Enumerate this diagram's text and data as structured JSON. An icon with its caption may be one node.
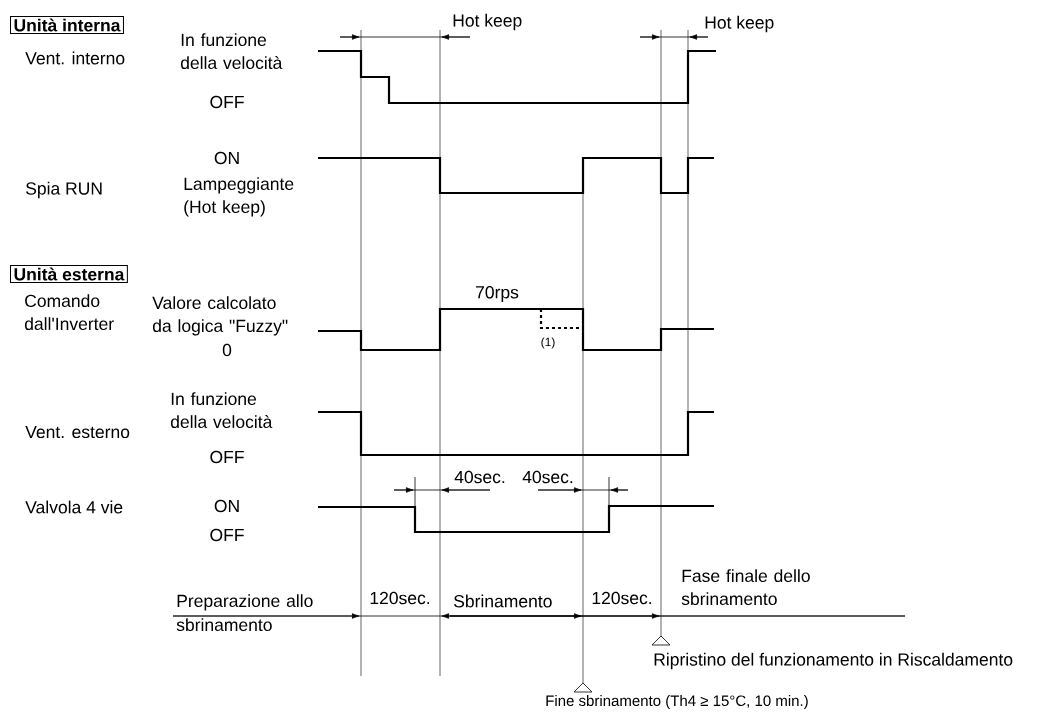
{
  "diagram": {
    "nodes": [
      {
        "text": [
          "Unità interna"
        ]
      },
      {
        "text": [
          "Unità esterna"
        ]
      }
    ],
    "labels": [
      "Hot keep",
      "Hot keep",
      "Vent. interno",
      "In funzione della velocità",
      "OFF",
      "ON",
      "Spia RUN",
      "Lampeggiante (Hot keep)",
      "70rps",
      "Comando dall'Inverter",
      "Valore calcolato da logica \"Fuzzy\"",
      "0",
      "(1)",
      "In funzione della velocità",
      "Vent. esterno",
      "OFF",
      "40sec.",
      "40sec.",
      "Valvola 4 vie",
      "ON",
      "OFF",
      "Fase finale dello sbrinamento",
      "120sec.",
      "Sbrinamento",
      "120sec.",
      "Preparazione allo sbrinamento",
      "Ripristino del funzionamento in Riscaldamento",
      "Fine sbrinamento (Th4 ≥ 15°C, 10 min.)"
    ]
  }
}
